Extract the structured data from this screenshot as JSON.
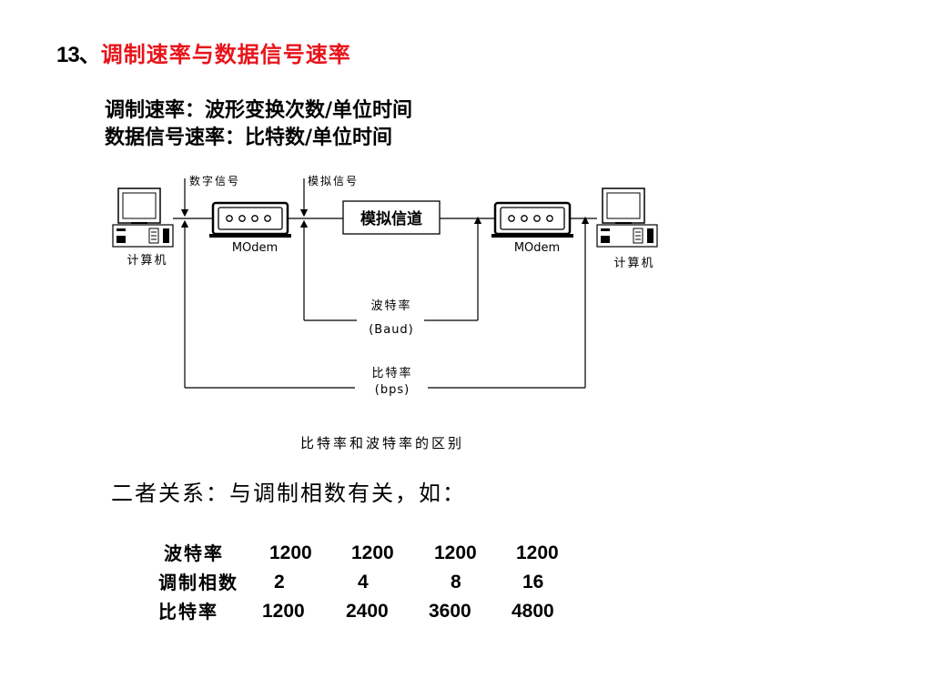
{
  "title": {
    "number": "13",
    "separator": "、",
    "text": "调制速率与数据信号速率"
  },
  "definitions": {
    "modulation_rate": "调制速率：波形变换次数/单位时间",
    "data_signal_rate": "数据信号速率：比特数/单位时间"
  },
  "diagram": {
    "digital_signal_label": "数字信号",
    "analog_signal_label": "模拟信号",
    "analog_channel_label": "模拟信道",
    "modem_left_label": "MOdem",
    "modem_right_label": "MOdem",
    "computer_left_label": "计算机",
    "computer_right_label": "计算机",
    "baud_label": "波特率",
    "baud_unit": "(Baud)",
    "bit_rate_label": "比特率",
    "bit_rate_unit": "(bps)",
    "caption": "比特率和波特率的区别"
  },
  "relation": "二者关系：与调制相数有关，如：",
  "rate_table": {
    "rows": [
      {
        "label": "波特率",
        "values": [
          "1200",
          "1200",
          "1200",
          "1200"
        ]
      },
      {
        "label": "调制相数",
        "values": [
          "2",
          "4",
          "8",
          "16"
        ]
      },
      {
        "label": "比特率",
        "values": [
          "1200",
          "2400",
          "3600",
          "4800"
        ]
      }
    ]
  },
  "colors": {
    "title_accent": "#e8141b",
    "text": "#000000"
  }
}
